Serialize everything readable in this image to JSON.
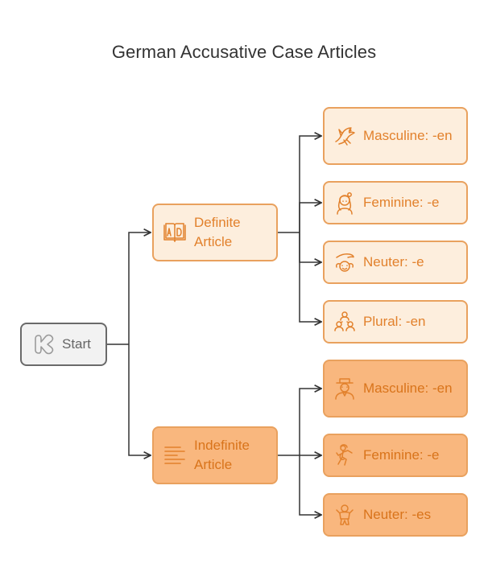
{
  "title": "German Accusative Case Articles",
  "root": {
    "label": "Start",
    "icon": "kinde-logo-icon"
  },
  "branches": [
    {
      "label": "Definite Article",
      "icon": "ad-book-icon",
      "children": [
        {
          "label": "Masculine: -en",
          "icon": "bird-icon"
        },
        {
          "label": "Feminine: -e",
          "icon": "woman-icon"
        },
        {
          "label": "Neuter: -e",
          "icon": "hand-face-icon"
        },
        {
          "label": "Plural: -en",
          "icon": "group-icon"
        }
      ]
    },
    {
      "label": "Indefinite Article",
      "icon": "text-lines-icon",
      "children": [
        {
          "label": "Masculine: -en",
          "icon": "man-hat-icon"
        },
        {
          "label": "Feminine: -e",
          "icon": "dancer-icon"
        },
        {
          "label": "Neuter: -es",
          "icon": "child-icon"
        }
      ]
    }
  ],
  "colors": {
    "connector": "#333333",
    "light_fill": "#fdeedd",
    "dark_fill": "#f9b77e",
    "border": "#e9a15e",
    "text": "#e2812c",
    "start_fill": "#f2f2f2",
    "start_border": "#6a6a6a"
  }
}
